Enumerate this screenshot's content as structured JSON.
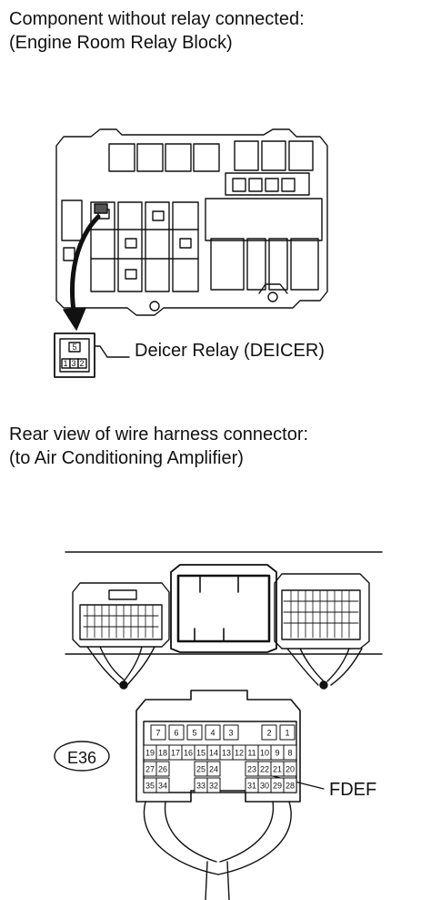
{
  "headings": {
    "relay_block_line1": "Component without relay connected:",
    "relay_block_line2": "(Engine Room Relay Block)",
    "harness_line1": "Rear view of wire harness connector:",
    "harness_line2": "(to Air Conditioning Amplifier)"
  },
  "labels": {
    "relay": "Deicer Relay (DEICER)",
    "connector_id": "E36",
    "terminal": "FDEF"
  },
  "relay_terminals": {
    "top": "5",
    "bottom_left": "1",
    "bottom_middle": "3",
    "bottom_right": "2"
  },
  "connector_pins": {
    "row1": [
      "7",
      "6",
      "5",
      "4",
      "3",
      "2",
      "1"
    ],
    "row2": [
      "19",
      "18",
      "17",
      "16",
      "15",
      "14",
      "13",
      "12",
      "11",
      "10",
      "9",
      "8"
    ],
    "row3": [
      "27",
      "26",
      "25",
      "24",
      "23",
      "22",
      "21",
      "20"
    ],
    "row4": [
      "35",
      "34",
      "33",
      "32",
      "31",
      "30",
      "29",
      "28"
    ]
  }
}
